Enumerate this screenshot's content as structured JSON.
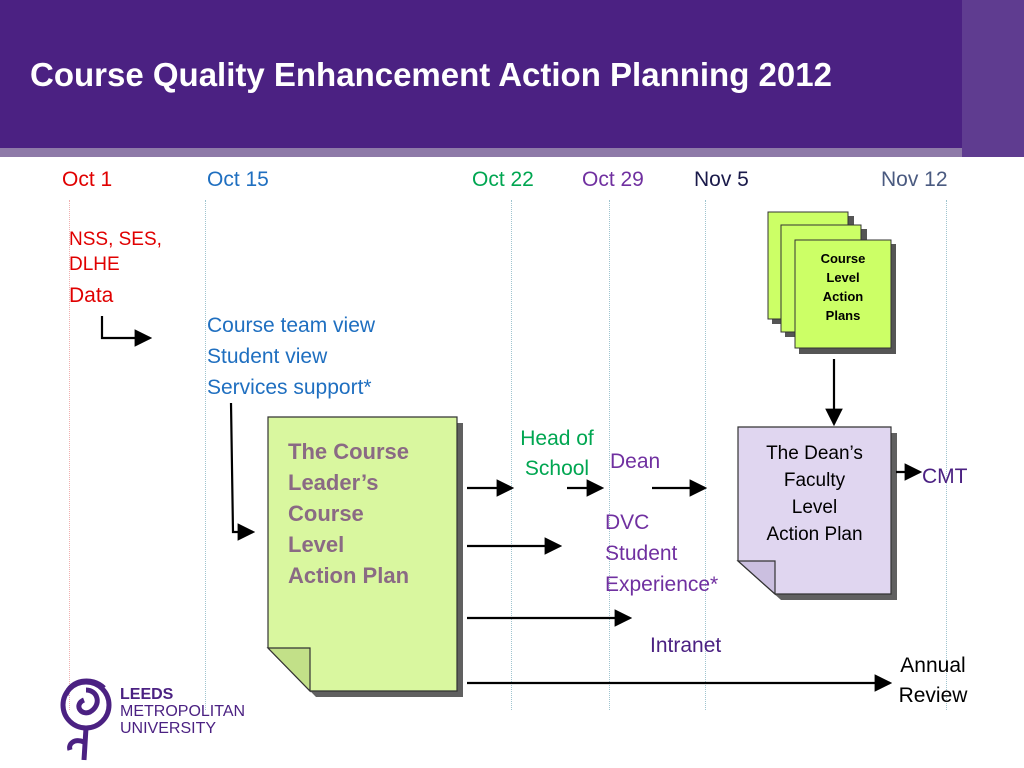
{
  "slide": {
    "title": "Course Quality Enhancement Action Planning 2012"
  },
  "timeline": [
    {
      "label": "Oct 1",
      "color": "#e00000"
    },
    {
      "label": "Oct 15",
      "color": "#1f6fc0"
    },
    {
      "label": "Oct 22",
      "color": "#00a651"
    },
    {
      "label": "Oct 29",
      "color": "#7030a0"
    },
    {
      "label": "Nov 5",
      "color": "#1a1a4a"
    },
    {
      "label": "Nov 12",
      "color": "#4a5a80"
    }
  ],
  "inputs": {
    "nss_line1": "NSS, SES,",
    "nss_line2": "DLHE",
    "data": "Data",
    "views": [
      "Course team view",
      "Student view",
      "Services support*"
    ]
  },
  "course_plan": {
    "lines": [
      "The Course",
      "Leader’s",
      "Course",
      "Level",
      "Action Plan"
    ],
    "fill": "#d9f79f",
    "text_color": "#8a6a84"
  },
  "recipients": {
    "head_of_school": [
      "Head of",
      "School"
    ],
    "dean": "Dean",
    "dvc": [
      "DVC",
      "Student",
      "Experience*"
    ],
    "intranet": "Intranet",
    "annual_review": [
      "Annual",
      "Review"
    ],
    "cmt": "CMT"
  },
  "course_level_plans": {
    "lines": [
      "Course",
      "Level",
      "Action",
      "Plans"
    ],
    "fill": "#ccff66"
  },
  "dean_plan": {
    "lines": [
      "The Dean’s",
      "Faculty",
      "Level",
      "Action Plan"
    ],
    "fill": "#e0d6f0"
  },
  "logo": {
    "lines": [
      "LEEDS",
      "METROPOLITAN",
      "UNIVERSITY"
    ],
    "color": "#4b2182"
  }
}
